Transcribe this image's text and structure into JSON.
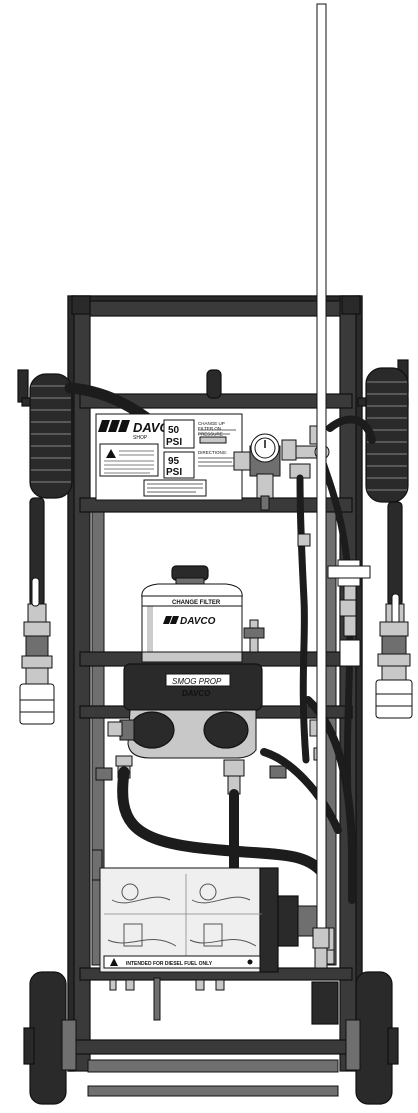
{
  "brand": {
    "logo_panel": "DAVCO",
    "logo_filter": "DAVCO",
    "logo_pump": "DAVCO",
    "panel_sub": "SHOP"
  },
  "panel": {
    "psi_top": "50",
    "psi_top_unit": "PSI",
    "psi_bottom": "95",
    "psi_bottom_unit": "PSI",
    "note_right_top": "CHANGE UP\nFILTER ON\nPRESSURE",
    "note_right_mid": "DIRECTIONS:"
  },
  "filter": {
    "label": "CHANGE FILTER"
  },
  "pump": {
    "label": "SMOG PROP"
  },
  "box": {
    "footer": "INTENDED FOR DIESEL FUEL ONLY"
  },
  "colors": {
    "frame": "#3a3a3a",
    "hose": "#1c1c1c",
    "panel": "#ffffff",
    "metal": "#c8c8c8"
  }
}
